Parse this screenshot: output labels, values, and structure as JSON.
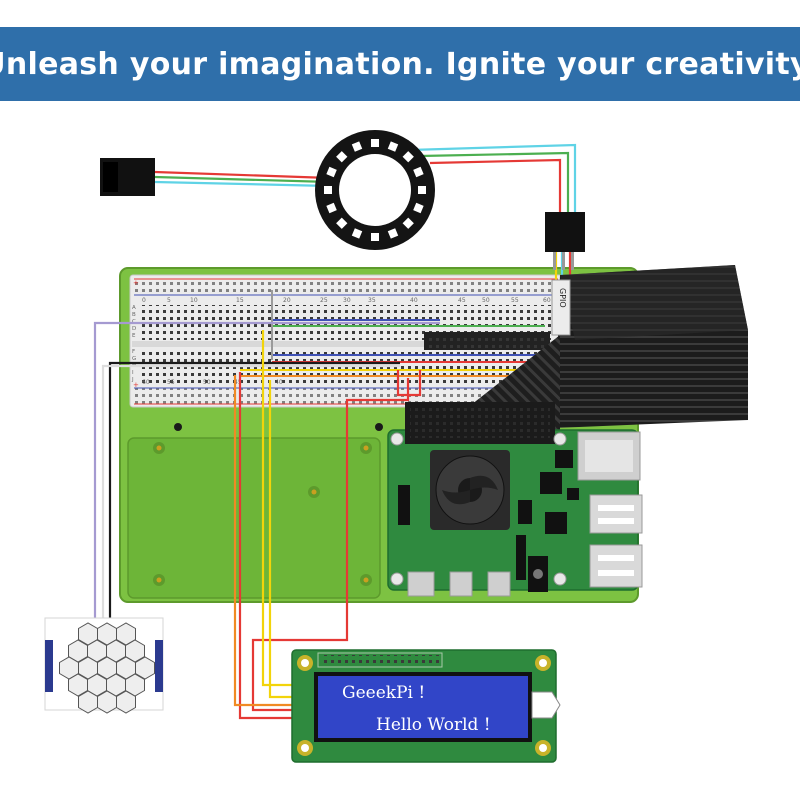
{
  "banner": {
    "text": "Unleash your imagination. Ignite your creativity."
  },
  "breadboard": {
    "column_numbers_top": [
      "0",
      "5",
      "10",
      "15",
      "20",
      "25",
      "30",
      "35",
      "40",
      "45",
      "50",
      "55",
      "60"
    ],
    "column_numbers_bottom": [
      "60",
      "55",
      "50",
      "45",
      "40"
    ],
    "row_letters": [
      "A",
      "B",
      "C",
      "D",
      "E",
      "F",
      "G",
      "H",
      "I",
      "J"
    ]
  },
  "gpio_label": "GPIO",
  "lcd": {
    "line1": "GeeekPi !",
    "line2": "Hello  World !"
  },
  "colors": {
    "banner": "#2f6faa",
    "board_green": "#7dc242",
    "board_green_dark": "#5d9a2c",
    "pcb_green": "#2f8a3f",
    "lcd_screen": "#3145c8",
    "wire_red": "#e53935",
    "wire_yellow": "#f2d40a",
    "wire_orange": "#f08a24",
    "wire_purple": "#a59ad1",
    "wire_cyan": "#5fd3e6",
    "wire_green": "#4caf50"
  }
}
